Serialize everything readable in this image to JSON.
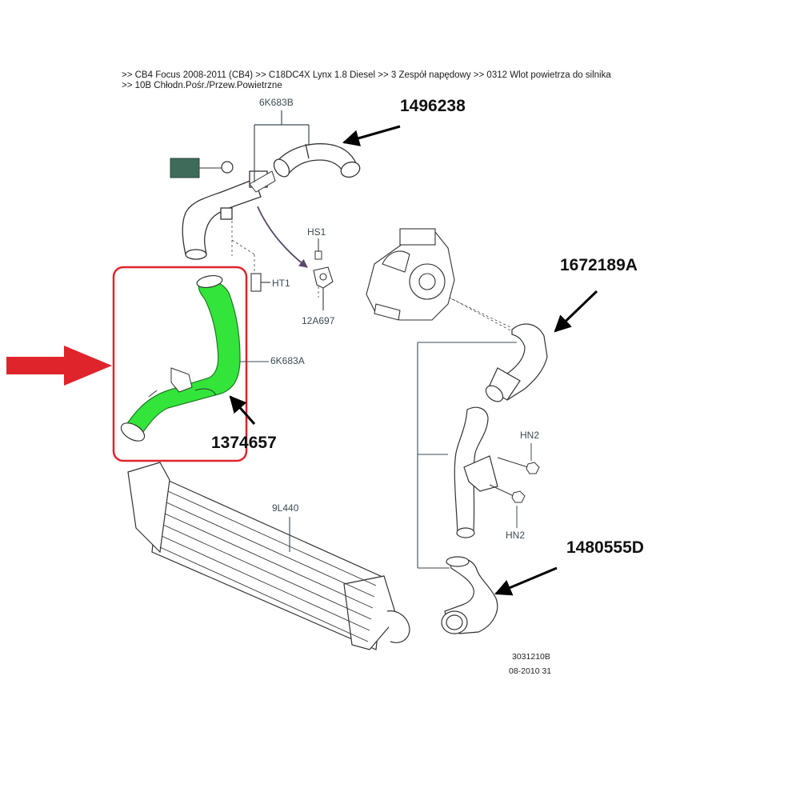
{
  "breadcrumb": {
    "line1": ">> CB4 Focus 2008-2011 (CB4)  >> C18DC4X Lynx 1.8 Diesel >> 3 Zespół napędowy >> 0312 Wlot powietrza do silnika",
    "line2": ">> 10B Chłodn.Pośr./Przew.Powietrzne"
  },
  "labels": {
    "hose_upper_left": "6K683B",
    "hose_lower_left": "6K683A",
    "intercooler": "9L440",
    "clamp_ht1": "HT1",
    "screw_hs1": "HS1",
    "sensor": "12A697",
    "nut_hn2_top": "HN2",
    "nut_hn2_bottom": "HN2"
  },
  "callouts": {
    "upper_hose": "1496238",
    "highlighted_hose": "1374657",
    "right_upper_hose": "1672189A",
    "right_lower_hose": "1480555D"
  },
  "footer": {
    "diagram_id": "3031210B",
    "date_code": "08-2010 31"
  },
  "colors": {
    "highlight_fill": "#33e53a",
    "highlight_box": "#e0242b",
    "red_arrow": "#e0242b",
    "leader_arrow": "#000000",
    "bracket_line": "#3c4a56"
  }
}
